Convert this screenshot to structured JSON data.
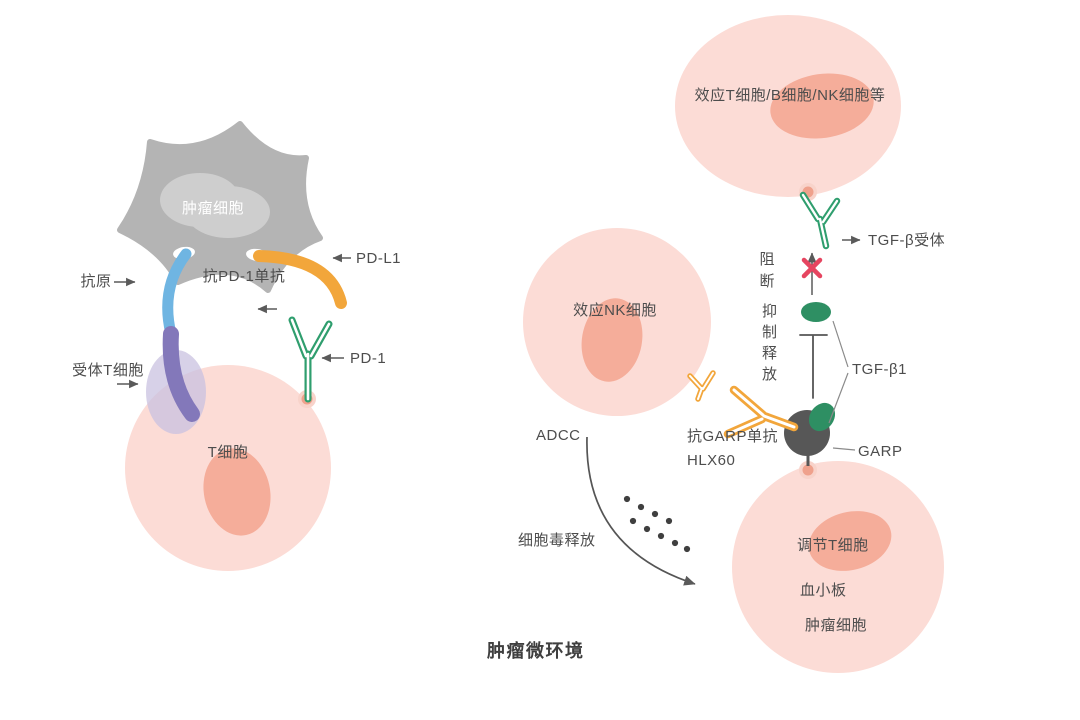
{
  "left_panel": {
    "tumor_cell": "肿瘤细胞",
    "antigen": "抗原",
    "receptor_t_cell": "受体T细胞",
    "pdl1": "PD-L1",
    "anti_pd1_mab": "抗PD-1单抗",
    "pd1": "PD-1",
    "t_cell": "T细胞"
  },
  "right_panel": {
    "effector_cells": "效应T细胞/B细胞/NK细胞等",
    "effector_nk_cell": "效应NK细胞",
    "tgfb_receptor": "TGF-β受体",
    "block": "阻断",
    "inhibit_release": "抑制释放",
    "tgfb1": "TGF-β1",
    "anti_garp_mab": "抗GARP单抗",
    "hlx60": "HLX60",
    "garp": "GARP",
    "adcc": "ADCC",
    "cytotoxin_release": "细胞毒释放",
    "regulatory_t_cell": "调节T细胞",
    "platelet": "血小板",
    "tumor_cell": "肿瘤细胞",
    "tumor_microenvironment": "肿瘤微环境"
  },
  "colors": {
    "cell_pink": "#fcdcd6",
    "nucleus_pink": "#f5ad9a",
    "tumor_gray": "#b4b4b4",
    "tumor_nucleus_gray": "#cecece",
    "antibody_green": "#2f9e6e",
    "tgfb1_green": "#2e8f63",
    "antibody_orange": "#f2a63b",
    "receptor_blue": "#6fb5e2",
    "receptor_purple": "#8378ba",
    "garp_gray": "#575757",
    "block_red": "#e64560",
    "text_gray": "#4d4d4d"
  }
}
